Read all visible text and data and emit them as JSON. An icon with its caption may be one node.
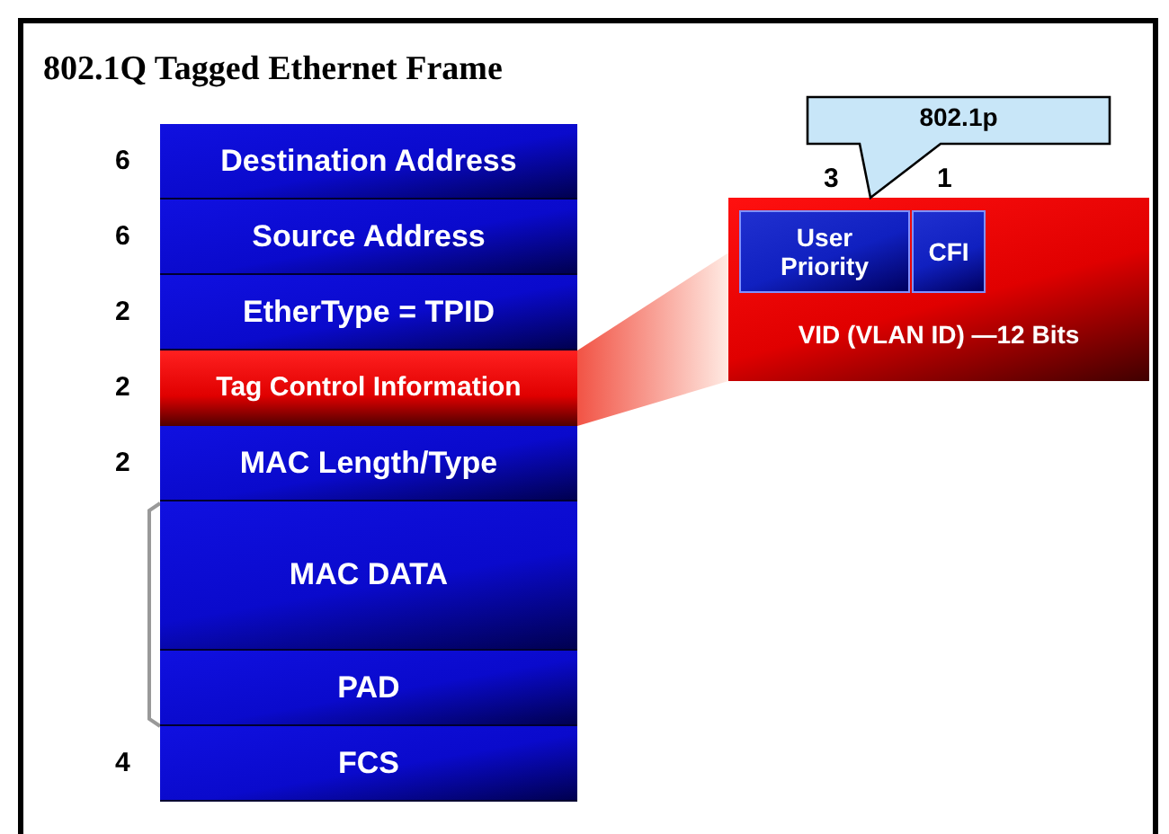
{
  "diagram": {
    "title": "802.1Q Tagged Ethernet Frame",
    "nodes": [
      {
        "text": [
          "Destination Address"
        ],
        "beside": [
          "6"
        ]
      },
      {
        "text": [
          "Source Address"
        ],
        "beside": [
          "6"
        ]
      },
      {
        "text": [
          "EtherType = TPID"
        ],
        "beside": [
          "2"
        ]
      },
      {
        "text": [
          "Tag Control Information"
        ],
        "beside": [
          "2"
        ]
      },
      {
        "text": [
          "MAC Length/Type"
        ],
        "beside": [
          "2"
        ]
      },
      {
        "text": [
          "MAC DATA"
        ]
      },
      {
        "text": [
          "PAD"
        ]
      },
      {
        "text": [
          "FCS"
        ],
        "beside": [
          "4"
        ]
      },
      {
        "text": [
          "VID (VLAN ID) —12 Bits"
        ]
      },
      {
        "text": [
          "User Priority"
        ],
        "in": 8
      },
      {
        "text": [
          "CFI"
        ],
        "in": 8
      },
      {
        "text": [
          "802.1p"
        ]
      }
    ],
    "edges": [
      {
        "from": 3,
        "to": 8,
        "arrow": "none"
      }
    ],
    "labels": [
      "3",
      "1"
    ]
  }
}
